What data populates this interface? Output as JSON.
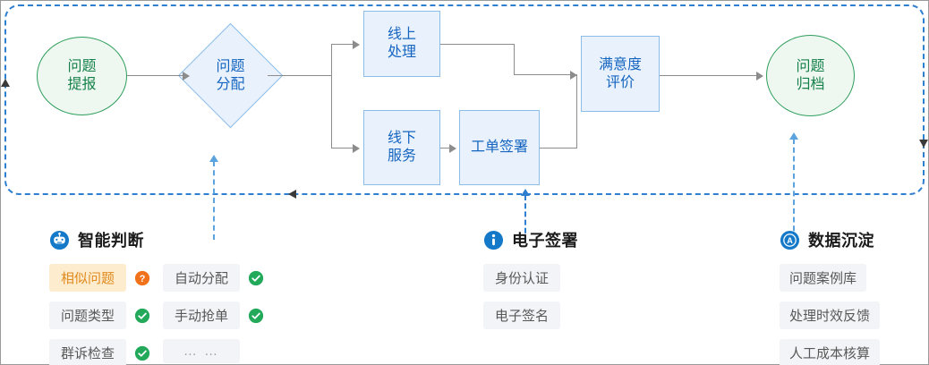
{
  "flow": {
    "nodes": [
      {
        "id": "submit",
        "shape": "circle",
        "label": "问题\n提报",
        "name": "flow-node-problem-submit"
      },
      {
        "id": "assign",
        "shape": "diamond",
        "label": "问题\n分配",
        "name": "flow-node-problem-assign"
      },
      {
        "id": "online",
        "shape": "rect",
        "label": "线上\n处理",
        "name": "flow-node-online-handling"
      },
      {
        "id": "offline",
        "shape": "rect",
        "label": "线下\n服务",
        "name": "flow-node-offline-service"
      },
      {
        "id": "sign",
        "shape": "rect",
        "label": "工单签署",
        "name": "flow-node-work-order-signing"
      },
      {
        "id": "satisfy",
        "shape": "rect",
        "label": "满意度\n评价",
        "name": "flow-node-satisfaction-rating"
      },
      {
        "id": "archive",
        "shape": "circle",
        "label": "问题\n归档",
        "name": "flow-node-problem-archive"
      }
    ],
    "colors": {
      "circle_fill": "#eef8f1",
      "circle_border": "#2e9e5b",
      "circle_text": "#16804a",
      "box_fill": "#e9f2fc",
      "box_border": "#8cbde9",
      "box_text": "#1565c0",
      "connector": "#8c8c8c",
      "panel_border": "#2f7fd0"
    }
  },
  "groups": [
    {
      "id": "intelligent-judgement",
      "icon": "robot-icon",
      "title": "智能判断",
      "columns": [
        {
          "items": [
            {
              "label": "相似问题",
              "status": "question",
              "highlight": true
            },
            {
              "label": "问题类型",
              "status": "check",
              "highlight": false
            },
            {
              "label": "群诉检查",
              "status": "check",
              "highlight": false
            }
          ]
        },
        {
          "items": [
            {
              "label": "自动分配",
              "status": "check",
              "highlight": false
            },
            {
              "label": "手动抢单",
              "status": "check",
              "highlight": false
            },
            {
              "label": "… …",
              "status": "none",
              "highlight": false,
              "ellipsis": true
            }
          ]
        }
      ]
    },
    {
      "id": "electronic-signature",
      "icon": "info-icon",
      "title": "电子签署",
      "columns": [
        {
          "items": [
            {
              "label": "身份认证",
              "status": "none",
              "highlight": false
            },
            {
              "label": "电子签名",
              "status": "none",
              "highlight": false
            }
          ]
        }
      ]
    },
    {
      "id": "data-precipitation",
      "icon": "archive-a-icon",
      "title": "数据沉淀",
      "columns": [
        {
          "items": [
            {
              "label": "问题案例库",
              "status": "none",
              "highlight": false
            },
            {
              "label": "处理时效反馈",
              "status": "none",
              "highlight": false
            },
            {
              "label": "人工成本核算",
              "status": "none",
              "highlight": false
            }
          ]
        }
      ]
    }
  ],
  "status_colors": {
    "check": "#22a95a",
    "question": "#f1721a",
    "highlight_bg": "#fdeccd",
    "highlight_fg": "#e08a1e",
    "tag_bg": "#f2f4f7",
    "tag_fg": "#585858"
  },
  "icon_colors": {
    "brand_blue": "#1479c8"
  }
}
